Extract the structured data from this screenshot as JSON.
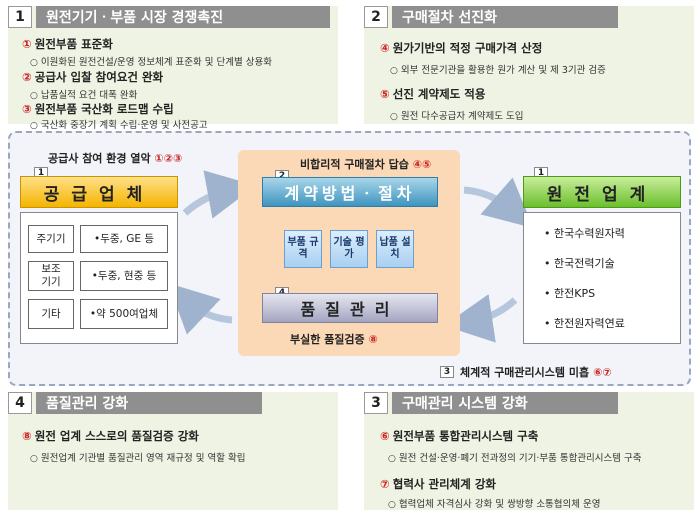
{
  "quadrants": {
    "q1": {
      "num": "1",
      "title": "원전기기ㆍ부품 시장 경쟁촉진",
      "items": [
        {
          "marker": "①",
          "title": "원전부품 표준화",
          "desc": "이원화된 원전건설/운영 정보체계 표준화 및 단계별 상용화"
        },
        {
          "marker": "②",
          "title": "공급사 입찰 참여요건 완화",
          "desc": "납품실적 요건 대폭 완화"
        },
        {
          "marker": "③",
          "title": "원전부품 국산화 로드맵 수립",
          "desc": "국산화 중장기 계획 수립·운영 및 사전공고"
        }
      ]
    },
    "q2": {
      "num": "2",
      "title": "구매절차 선진화",
      "items": [
        {
          "marker": "④",
          "title": "원가기반의 적정 구매가격 산정",
          "desc": "외부 전문기관을 활용한 원가 계산 및 제 3기관 검증"
        },
        {
          "marker": "⑤",
          "title": "선진 계약제도 적용",
          "desc": "원전 다수공급자 계약제도 도입"
        }
      ]
    },
    "q4": {
      "num": "4",
      "title": "품질관리 강화",
      "items": [
        {
          "marker": "⑧",
          "title": "원전 업계 스스로의 품질검증 강화",
          "desc": "원전업계 기관별 품질관리 영역 재규정 및 역할 확립"
        }
      ]
    },
    "q3": {
      "num": "3",
      "title": "구매관리 시스템 강화",
      "items": [
        {
          "marker": "⑥",
          "title": "원전부품 통합관리시스템 구축",
          "desc": "원전 건설·운영·폐기 전과정의 기기·부품 통합관리시스템 구축"
        },
        {
          "marker": "⑦",
          "title": "협력사 관리체계 강화",
          "desc": "협력업체 자격심사 강화 및 쌍방향 소통협의체 운영"
        }
      ]
    }
  },
  "bullet": "○",
  "diagram": {
    "supplier": {
      "tag": "1",
      "caption": "공급사 참여 환경 열악",
      "caption_markers": "①②③",
      "title": "공급업체",
      "rows": [
        {
          "label": "주기기",
          "value": "•두중, GE 등"
        },
        {
          "label": "보조 기기",
          "value": "•두중, 현중 등"
        },
        {
          "label": "기타",
          "value": "•약 500여업체"
        }
      ]
    },
    "procedure": {
      "caption": "비합리적 구매절차 답습",
      "caption_markers": "④⑤",
      "tag": "2",
      "title": "계약방법ㆍ절차",
      "steps": [
        "부품 규격",
        "기술 평가",
        "납품 설치"
      ]
    },
    "quality": {
      "tag": "4",
      "title": "품질관리",
      "caption": "부실한 품질검증",
      "caption_marker": "⑧"
    },
    "plant": {
      "tag": "1",
      "title": "원전업계",
      "items": [
        "• 한국수력원자력",
        "• 한국전력기술",
        "• 한전KPS",
        "• 한전원자력연료"
      ]
    },
    "system": {
      "tag": "3",
      "caption": "체계적 구매관리시스템 미흡",
      "caption_markers": "⑥⑦"
    }
  },
  "colors": {
    "panel_bg": "#eef3e3",
    "head_gray": "#8f8f8f",
    "marker_red": "#cc2222",
    "supplier_gold": "#f5b400",
    "contract_blue": "#3e94bf",
    "plant_green": "#6abf2c",
    "center_peach": "#fbd8b6"
  }
}
